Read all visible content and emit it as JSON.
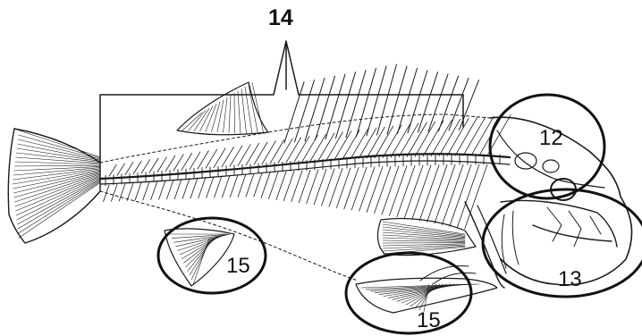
{
  "figure": {
    "description_visible": false,
    "labels": [
      {
        "id": "label-14",
        "text": "14"
      },
      {
        "id": "label-12",
        "text": "12"
      },
      {
        "id": "label-13",
        "text": "13"
      },
      {
        "id": "label-15-pelvic",
        "text": "15"
      },
      {
        "id": "label-15-anal",
        "text": "15"
      }
    ]
  },
  "colors": {
    "ink": "#1a1a1a",
    "background": "#ffffff"
  }
}
